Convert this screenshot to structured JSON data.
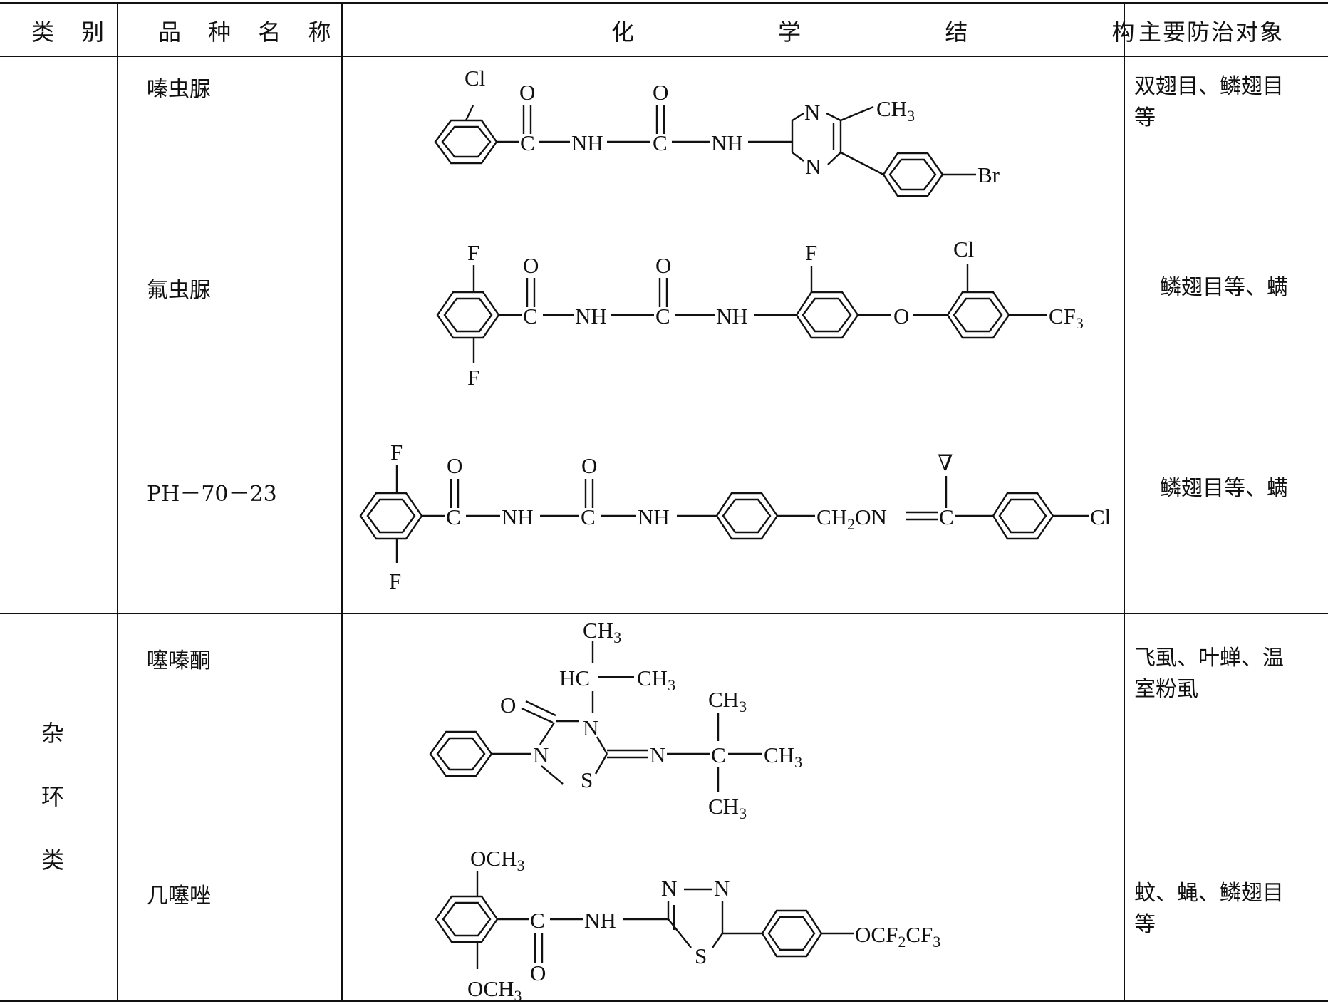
{
  "headers": {
    "category": "类 别",
    "variety": "品 种 名 称",
    "structure": "化 学 结 构",
    "target": "主要防治对象"
  },
  "rows": [
    {
      "name": "嗪虫脲",
      "target": "双翅目、鳞翅目等"
    },
    {
      "name": "氟虫脲",
      "target": "鳞翅目等、螨"
    },
    {
      "name": "PH－70－23",
      "target": "鳞翅目等、螨"
    },
    {
      "name": "噻嗪酮",
      "target": "飞虱、叶蝉、温室粉虱"
    },
    {
      "name": "几噻唑",
      "target": "蚊、蝇、鳞翅目等"
    }
  ],
  "categories": {
    "heterocyclic": [
      "杂",
      "环",
      "类"
    ]
  },
  "structure_labels": {
    "cl": "Cl",
    "o": "O",
    "c": "C",
    "nh": "NH",
    "n": "N",
    "s": "S",
    "ch3": "CH",
    "sub3": "3",
    "br": "Br",
    "f": "F",
    "cf": "CF",
    "ch2on": "CH",
    "sub2": "2",
    "on": "ON",
    "hc": "HC",
    "och": "OCH",
    "ocf": "OCF",
    "cf3_tail": "CF",
    "triangle": "∇"
  }
}
